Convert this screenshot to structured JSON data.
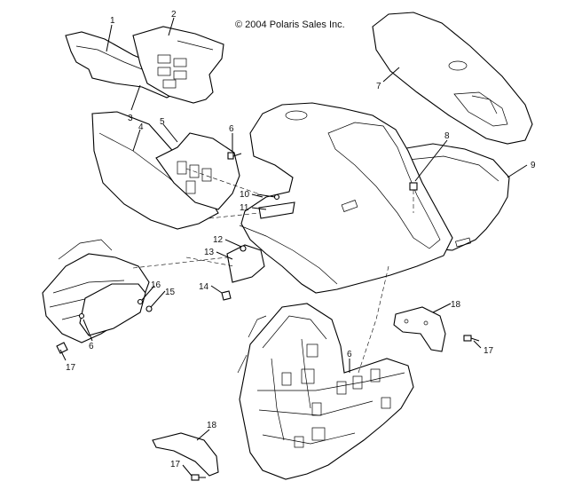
{
  "copyright": "© 2004 Polaris Sales Inc.",
  "callouts": [
    {
      "id": "c1",
      "text": "1"
    },
    {
      "id": "c2",
      "text": "2"
    },
    {
      "id": "c3",
      "text": "3"
    },
    {
      "id": "c4",
      "text": "4"
    },
    {
      "id": "c5",
      "text": "5"
    },
    {
      "id": "c6a",
      "text": "6"
    },
    {
      "id": "c6b",
      "text": "6"
    },
    {
      "id": "c6c",
      "text": "6"
    },
    {
      "id": "c7",
      "text": "7"
    },
    {
      "id": "c8",
      "text": "8"
    },
    {
      "id": "c9",
      "text": "9"
    },
    {
      "id": "c10",
      "text": "10"
    },
    {
      "id": "c11",
      "text": "11"
    },
    {
      "id": "c12",
      "text": "12"
    },
    {
      "id": "c13",
      "text": "13"
    },
    {
      "id": "c14",
      "text": "14"
    },
    {
      "id": "c15",
      "text": "15"
    },
    {
      "id": "c16",
      "text": "16"
    },
    {
      "id": "c17a",
      "text": "17"
    },
    {
      "id": "c17b",
      "text": "17"
    },
    {
      "id": "c17c",
      "text": "17"
    },
    {
      "id": "c18a",
      "text": "18"
    },
    {
      "id": "c18b",
      "text": "18"
    }
  ]
}
